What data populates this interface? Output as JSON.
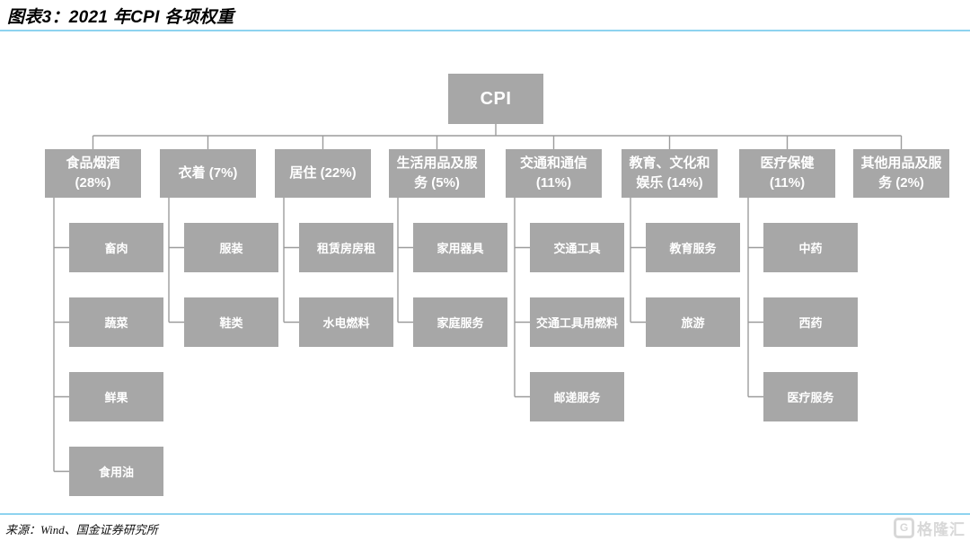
{
  "header": {
    "title": "图表3：2021 年CPI 各项权重"
  },
  "footer": {
    "source": "来源：Wind、国金证券研究所",
    "watermark": "格隆汇"
  },
  "colors": {
    "box_gray": "#a7a7a7",
    "box_text": "#ffffff",
    "connector": "#9c9c9c",
    "accent_blue": "#8ed3ef",
    "watermark_gray": "#d8d8d8"
  },
  "chart_data": {
    "type": "tree",
    "title": "2021 年CPI 各项权重",
    "root": "CPI",
    "categories": [
      {
        "name": "食品烟酒",
        "weight_pct": 28,
        "label": "食品烟酒 (28%)",
        "children": [
          "畜肉",
          "蔬菜",
          "鲜果",
          "食用油"
        ]
      },
      {
        "name": "衣着",
        "weight_pct": 7,
        "label": "衣着 (7%)",
        "children": [
          "服装",
          "鞋类"
        ]
      },
      {
        "name": "居住",
        "weight_pct": 22,
        "label": "居住 (22%)",
        "children": [
          "租赁房房租",
          "水电燃料"
        ]
      },
      {
        "name": "生活用品及服务",
        "weight_pct": 5,
        "label": "生活用品及服务 (5%)",
        "children": [
          "家用器具",
          "家庭服务"
        ]
      },
      {
        "name": "交通和通信",
        "weight_pct": 11,
        "label": "交通和通信 (11%)",
        "children": [
          "交通工具",
          "交通工具用燃料",
          "邮递服务"
        ]
      },
      {
        "name": "教育、文化和娱乐",
        "weight_pct": 14,
        "label": "教育、文化和娱乐 (14%)",
        "children": [
          "教育服务",
          "旅游"
        ]
      },
      {
        "name": "医疗保健",
        "weight_pct": 11,
        "label": "医疗保健 (11%)",
        "children": [
          "中药",
          "西药",
          "医疗服务"
        ]
      },
      {
        "name": "其他用品及服务",
        "weight_pct": 2,
        "label": "其他用品及服务 (2%)",
        "children": []
      }
    ]
  }
}
